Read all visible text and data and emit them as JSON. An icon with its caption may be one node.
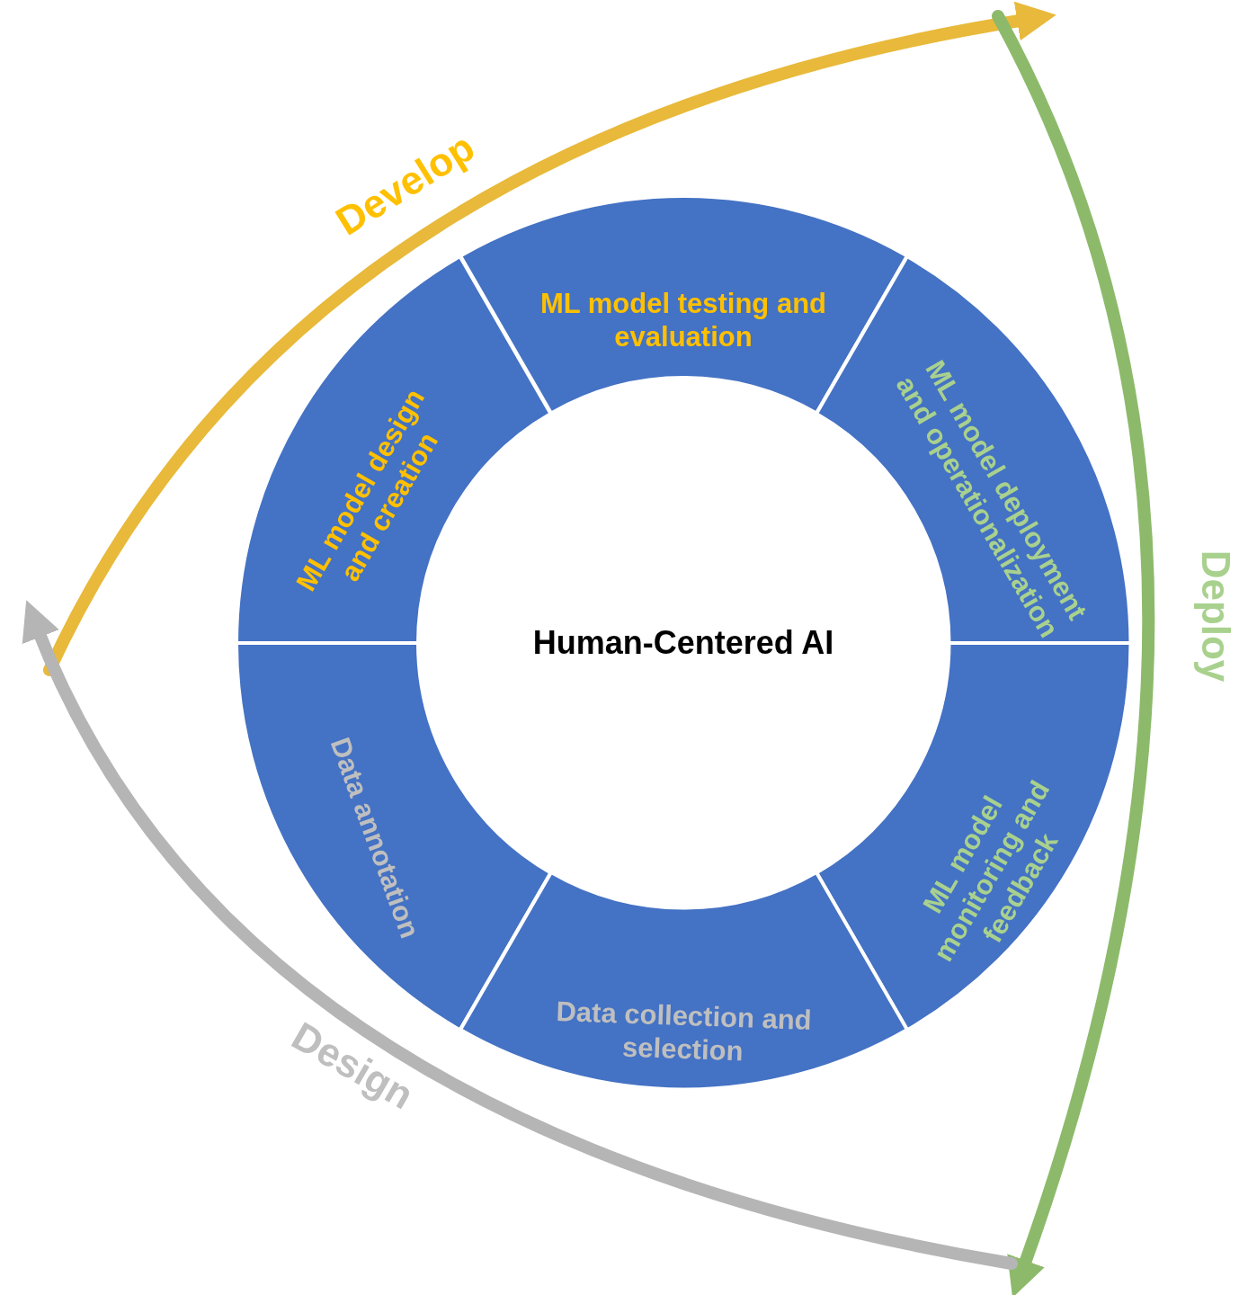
{
  "diagram": {
    "nodes": [
      {
        "text": [
          "ML model testing and evaluation"
        ]
      },
      {
        "text": [
          "ML model design and creation"
        ]
      },
      {
        "text": [
          "ML model deployment and operationalization"
        ]
      },
      {
        "text": [
          "Human-Centered AI"
        ]
      },
      {
        "text": [
          "Data annotation"
        ]
      },
      {
        "text": [
          "ML model monitoring and feedback"
        ]
      },
      {
        "text": [
          "Data collection and selection"
        ]
      }
    ],
    "labels": [
      "Develop",
      "Deploy",
      "Design"
    ]
  }
}
